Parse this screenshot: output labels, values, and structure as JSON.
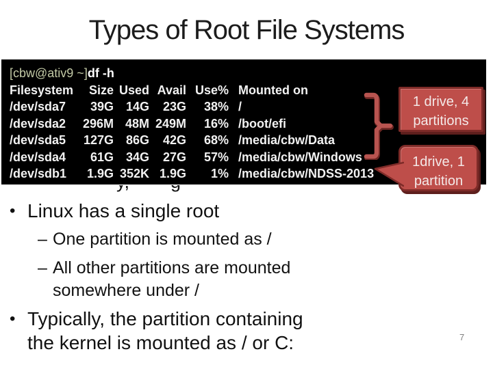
{
  "slide": {
    "title": "Types of Root File Systems",
    "page_number": "7"
  },
  "terminal": {
    "prompt": "[cbw@ativ9 ~]",
    "command": " df -h",
    "headers": [
      "Filesystem",
      "Size",
      "Used",
      "Avail",
      "Use%",
      "Mounted on"
    ],
    "rows": [
      {
        "fs": "/dev/sda7",
        "size": "39G",
        "used": "14G",
        "avail": "23G",
        "use": "38%",
        "mount": "/"
      },
      {
        "fs": "/dev/sda2",
        "size": "296M",
        "used": "48M",
        "avail": "249M",
        "use": "16%",
        "mount": "/boot/efi"
      },
      {
        "fs": "/dev/sda5",
        "size": "127G",
        "used": "86G",
        "avail": "42G",
        "use": "68%",
        "mount": "/media/cbw/Data"
      },
      {
        "fs": "/dev/sda4",
        "size": "61G",
        "used": "34G",
        "avail": "27G",
        "use": "57%",
        "mount": "/media/cbw/Windows"
      },
      {
        "fs": "/dev/sdb1",
        "size": "1.9G",
        "used": "352K",
        "avail": "1.9G",
        "use": "1%",
        "mount": "/media/cbw/NDSS-2013"
      }
    ]
  },
  "callouts": {
    "top_label": "1 drive, 4\npartitions",
    "bottom_label": "1drive, 1\npartition"
  },
  "bullets": {
    "marker_main": "•",
    "marker_sub": "–",
    "b1": "Linux has a single root",
    "b1_sub1": "One partition is mounted as /",
    "b1_sub2": "All other partitions are mounted\nsomewhere under /",
    "b2": "Typically, the partition containing\nthe kernel is mounted as / or C:"
  },
  "fragments": {
    "left": "y,",
    "right": "g"
  },
  "colors": {
    "accent_red": "#be4e4a",
    "accent_red_dark": "#7e2b28",
    "accent_red_deep": "#5e1f1d",
    "prompt_green": "#c3caa6",
    "terminal_bg": "#000000",
    "terminal_text": "#f2f2f2",
    "page_number_gray": "#808080"
  }
}
